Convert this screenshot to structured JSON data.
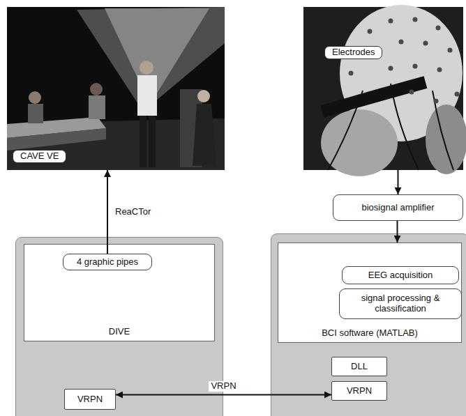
{
  "diagram": {
    "nodes": [
      {
        "text": [
          "CAVE VE"
        ]
      },
      {
        "text": [
          "Electrodes"
        ]
      },
      {
        "text": [
          "biosignal amplifier"
        ]
      },
      {
        "text": []
      },
      {
        "text": [
          "DIVE"
        ],
        "in": 3
      },
      {
        "text": [
          "4 graphic pipes"
        ],
        "in": 4
      },
      {
        "text": [
          "VRPN"
        ],
        "in": 3
      },
      {
        "text": []
      },
      {
        "text": [
          "BCI software (MATLAB)"
        ],
        "in": 7
      },
      {
        "text": [
          "EEG acquisition"
        ],
        "in": 8
      },
      {
        "text": [
          "signal processing & classification"
        ],
        "in": 8
      },
      {
        "text": [
          "DLL"
        ],
        "in": 7
      },
      {
        "text": [
          "VRPN"
        ],
        "in": 7
      }
    ],
    "edges": [
      {
        "from": 5,
        "to": 0,
        "arrow": "to",
        "label": "ReaCTor"
      },
      {
        "from": 1,
        "to": 2,
        "arrow": "to"
      },
      {
        "from": 2,
        "to": 8,
        "arrow": "to"
      },
      {
        "from": 6,
        "to": 12,
        "arrow": "both",
        "label": "VRPN"
      }
    ]
  }
}
